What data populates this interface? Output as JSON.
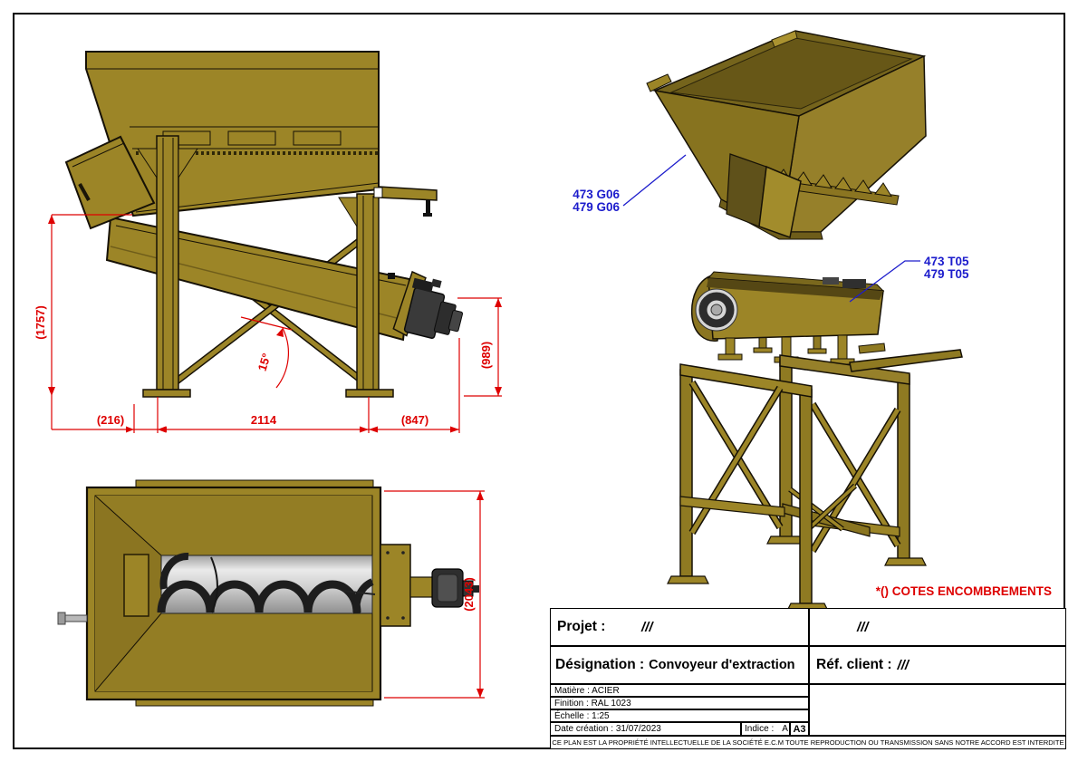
{
  "drawing": {
    "note": "*() COTES ENCOMBREMENTS",
    "callouts": {
      "hopper_line1": "473 G06",
      "hopper_line2": "479 G06",
      "trough_line1": "473 T05",
      "trough_line2": "479 T05"
    },
    "dimensions": {
      "overall_height": "(1757)",
      "discharge_height": "(989)",
      "offset_left": "(216)",
      "span_center": "2114",
      "overhang_right": "(847)",
      "incline_angle": "15°",
      "top_view_width": "(2043)"
    }
  },
  "title_block": {
    "projet_label": "Projet :",
    "projet_value": "///",
    "projet_secondary": "///",
    "designation_label": "Désignation :",
    "designation_value": "Convoyeur d'extraction",
    "ref_client_label": "Réf. client :",
    "ref_client_value": "///",
    "matiere": "Matière : ACIER",
    "finition": "Finition : RAL 1023",
    "echelle": "Échelle : 1:25",
    "date_creation": "Date création : 31/07/2023",
    "indice_label": "Indice :",
    "indice_value": "A",
    "format": "A3",
    "disclaimer": "CE PLAN EST LA PROPRIÉTÉ INTELLECTUELLE DE LA SOCIÉTÉ E.C.M TOUTE REPRODUCTION OU TRANSMISSION SANS NOTRE ACCORD EST INTERDITE"
  },
  "colors": {
    "dimension_red": "#de0000",
    "callout_blue": "#1c1ccc",
    "steel_gold": "#9c8527",
    "steel_gold_dark": "#87731f",
    "steel_gold_light": "#ab9330"
  }
}
